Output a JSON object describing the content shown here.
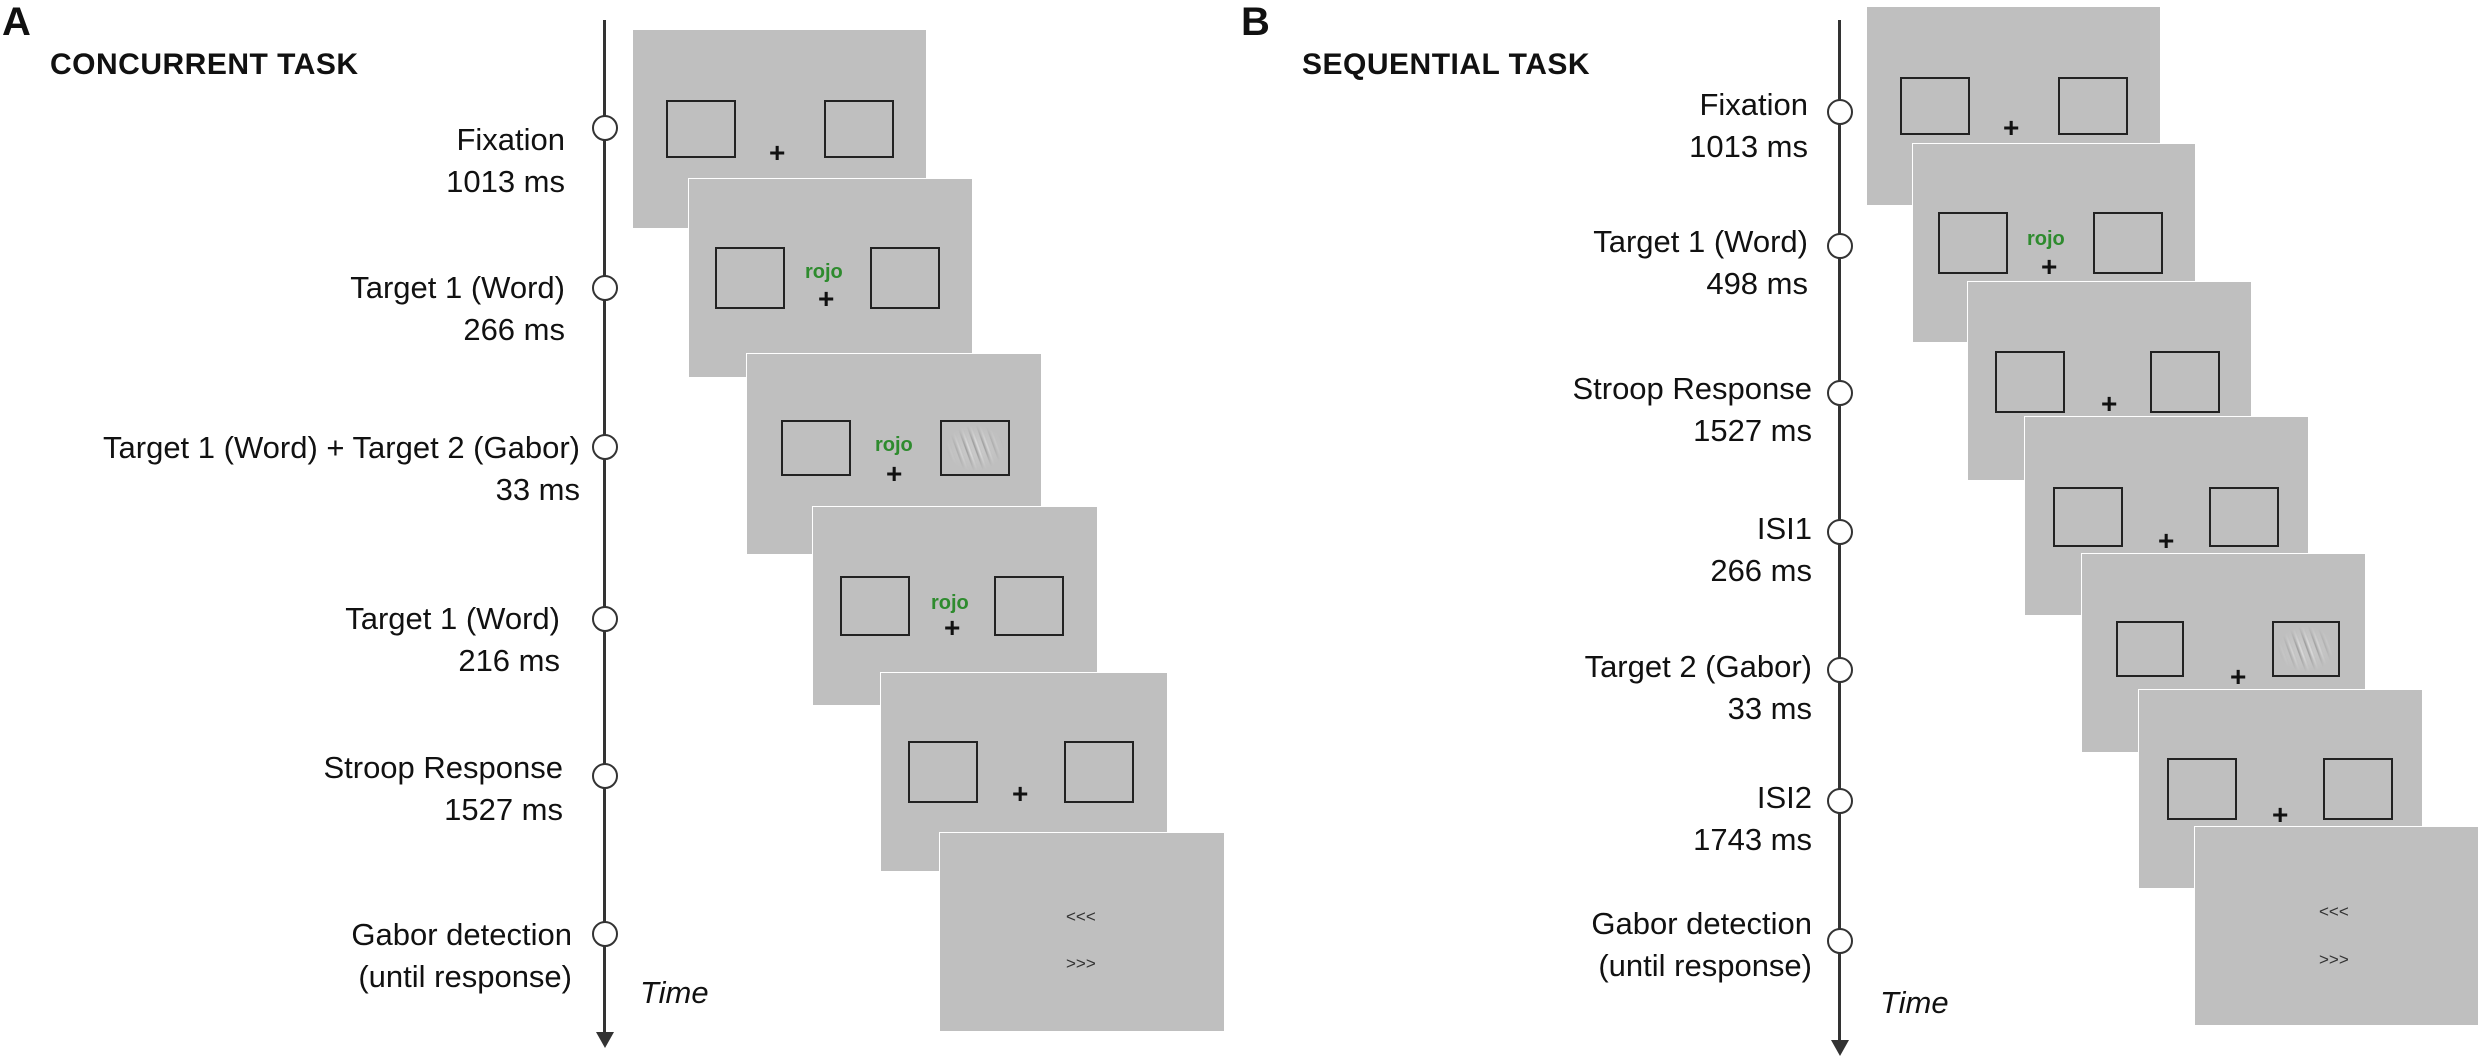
{
  "panel_a": {
    "letter": "A",
    "title": "CONCURRENT TASK",
    "time_label": "Time",
    "events": [
      {
        "line1": "Fixation",
        "line2": "1013 ms"
      },
      {
        "line1": "Target 1 (Word)",
        "line2": "266 ms"
      },
      {
        "line1": "Target 1 (Word) + Target 2 (Gabor)",
        "line2": "33 ms"
      },
      {
        "line1": "Target 1 (Word)",
        "line2": "216 ms"
      },
      {
        "line1": "Stroop Response",
        "line2": "1527 ms"
      },
      {
        "line1": "Gabor detection",
        "line2": "(until response)"
      }
    ],
    "screens": {
      "word": "rojo",
      "cross": "+",
      "arrow_left": "<<<",
      "arrow_right": ">>>"
    }
  },
  "panel_b": {
    "letter": "B",
    "title": "SEQUENTIAL TASK",
    "time_label": "Time",
    "events": [
      {
        "line1": "Fixation",
        "line2": "1013 ms"
      },
      {
        "line1": "Target 1 (Word)",
        "line2": "498 ms"
      },
      {
        "line1": "Stroop Response",
        "line2": "1527 ms"
      },
      {
        "line1": "ISI1",
        "line2": "266 ms"
      },
      {
        "line1": "Target 2 (Gabor)",
        "line2": "33 ms"
      },
      {
        "line1": "ISI2",
        "line2": "1743 ms"
      },
      {
        "line1": "Gabor detection",
        "line2": "(until response)"
      }
    ],
    "screens": {
      "word": "rojo",
      "cross": "+",
      "arrow_left": "<<<",
      "arrow_right": ">>>"
    }
  },
  "colors": {
    "screen_gray": "#bfbfbf",
    "word_green": "#2e8b2e"
  }
}
